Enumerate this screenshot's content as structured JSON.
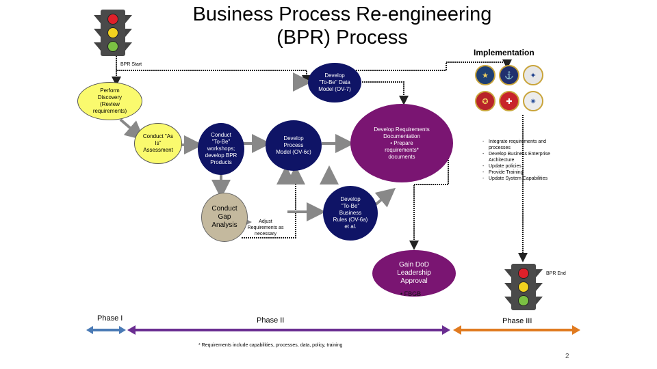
{
  "title_line1": "Business Process Re-engineering",
  "title_line2": "(BPR) Process",
  "implementation": "Implementation",
  "bpr_start": "BPR Start",
  "bpr_end": "BPR End",
  "nodes": {
    "perform_discovery": "Perform\nDiscovery\n(Review\nrequirements)",
    "conduct_as_is": "Conduct \"As\nIs\"\nAssessment",
    "conduct_to_be": "Conduct\n\"To-Be\"\nworkshops;\ndevelop BPR\nProducts",
    "develop_process_model": "Develop\nProcess\nModel (OV-6c)",
    "develop_data_model": "Develop\n\"To-Be\" Data\nModel (OV-7)",
    "develop_requirements": "Develop Requirements\nDocumentation\n• Prepare\nrequirements*\ndocuments",
    "conduct_gap": "Conduct\nGap\nAnalysis",
    "develop_business_rules": "Develop\n\"To-Be\"\nBusiness\nRules (OV-6a)\net al.",
    "gain_approval": "Gain DoD\nLeadership\nApproval"
  },
  "adjust_requirements": "Adjust\nRequirements as\nnecessary",
  "fbgb": "• FBGB",
  "implementation_bullets": [
    "Integrate requirements and processes",
    "Develop Business Enterprise Architecture",
    "Update policies",
    "Provide Training",
    "Update System Capabilities"
  ],
  "phases": [
    "Phase I",
    "Phase II",
    "Phase III"
  ],
  "footnote": "* Requirements include capabilities, processes, data, policy, training",
  "page_number": "2",
  "colors": {
    "yellow": "#fafa6e",
    "navy": "#0f1466",
    "purple": "#7a1572",
    "tan": "#c4b99e",
    "phase1_arrow": "#4a7ab5",
    "phase2_arrow": "#6a2d91",
    "phase3_arrow": "#e07a1f"
  },
  "icons": [
    "traffic-light-icon",
    "dod-seal-icon"
  ]
}
